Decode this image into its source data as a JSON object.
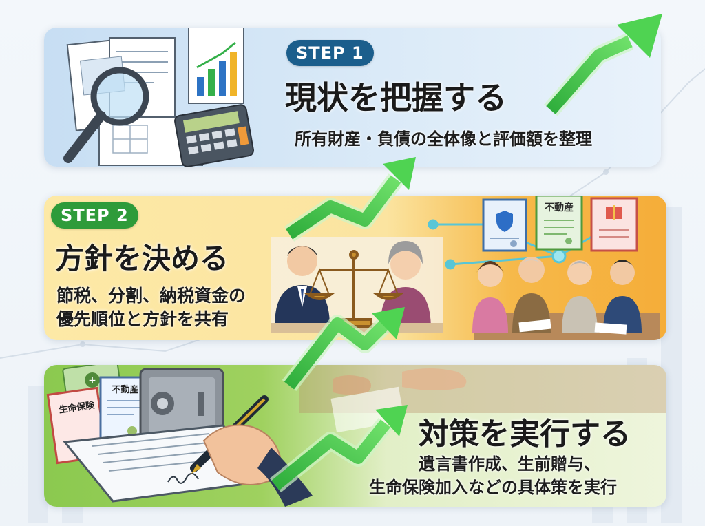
{
  "steps": [
    {
      "badge": "STEP 1",
      "title": "現状を把握する",
      "description": "所有財産・負債の全体像と評価額を整理",
      "badge_color": "#1b5e8c",
      "panel_color": "#cfe3f5"
    },
    {
      "badge": "STEP 2",
      "title": "方針を決める",
      "description_lines": [
        "節税、分割、納税資金の",
        "優先順位と方針を共有"
      ],
      "badge_color": "#2e9b3a",
      "panel_color": "#fbe7a3"
    },
    {
      "title": "対策を実行する",
      "description_lines": [
        "遺言書作成、生前贈与、",
        "生命保険加入などの具体策を実行"
      ],
      "panel_color": "#e5f1c4"
    }
  ],
  "document_labels": {
    "real_estate_top": "不動産",
    "real_estate_bottom": "不動産",
    "life_insurance": "生命保険"
  },
  "icons": {
    "step1": [
      "document-icon",
      "magnifier-icon",
      "calculator-icon",
      "bar-chart-icon"
    ],
    "step2": [
      "scales-icon",
      "insurance-cert-icon",
      "real-estate-cert-icon",
      "gift-cert-icon",
      "network-icon"
    ],
    "step3": [
      "safe-icon",
      "pen-icon",
      "signature-document-icon"
    ]
  },
  "colors": {
    "arrow_green": "#3ec94a",
    "step1_badge": "#1b5e8c",
    "step2_badge": "#2e9b3a"
  }
}
